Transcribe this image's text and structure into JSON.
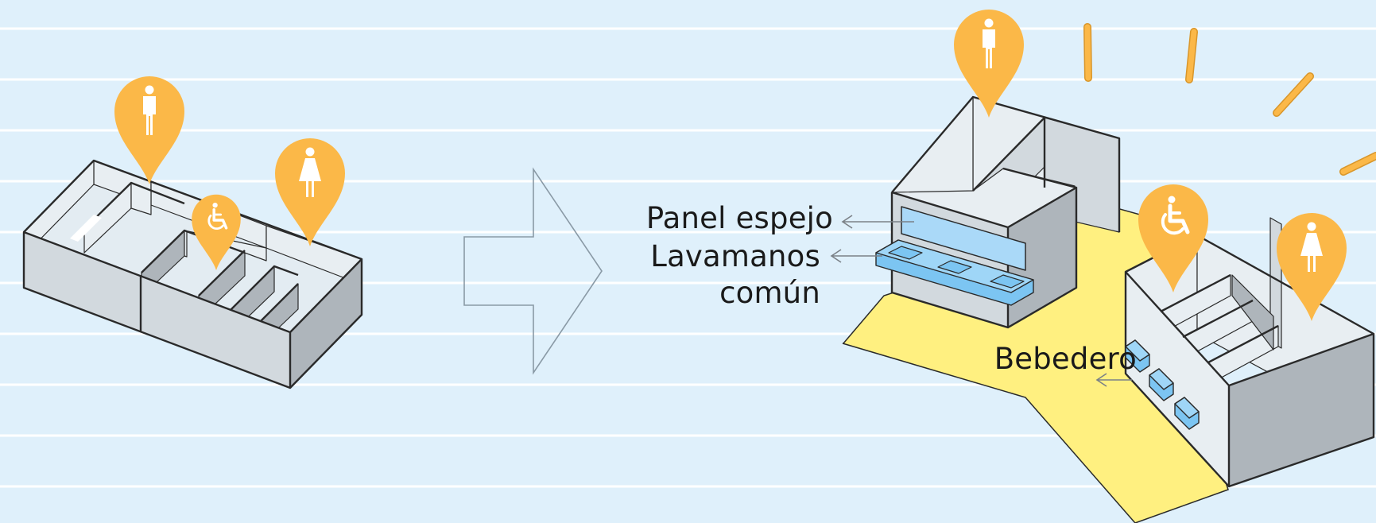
{
  "colors": {
    "background": "#dff0fb",
    "stripe": "#ffffff",
    "pin": "#fbb848",
    "wall_front": "#d2d9de",
    "wall_light": "#e8eef2",
    "wall_dark": "#aeb5bb",
    "floor": "#e3ecf2",
    "yellow_path": "#fff080",
    "fixture_blue": "#7cc5f2",
    "mirror_blue": "#aad9f8",
    "outline": "#2a2a2a",
    "arrow_outline": "#8a9aa6",
    "leader_line": "#7b8187"
  },
  "icons": {
    "male": "male-person-icon",
    "female": "female-person-icon",
    "accessible": "wheelchair-icon",
    "arrow": "right-arrow-icon"
  },
  "labels": {
    "mirror_panel": "Panel espejo",
    "washbasin_line1": "Lavamanos",
    "washbasin_line2": "común",
    "drinking_fountain": "Bebedero"
  }
}
